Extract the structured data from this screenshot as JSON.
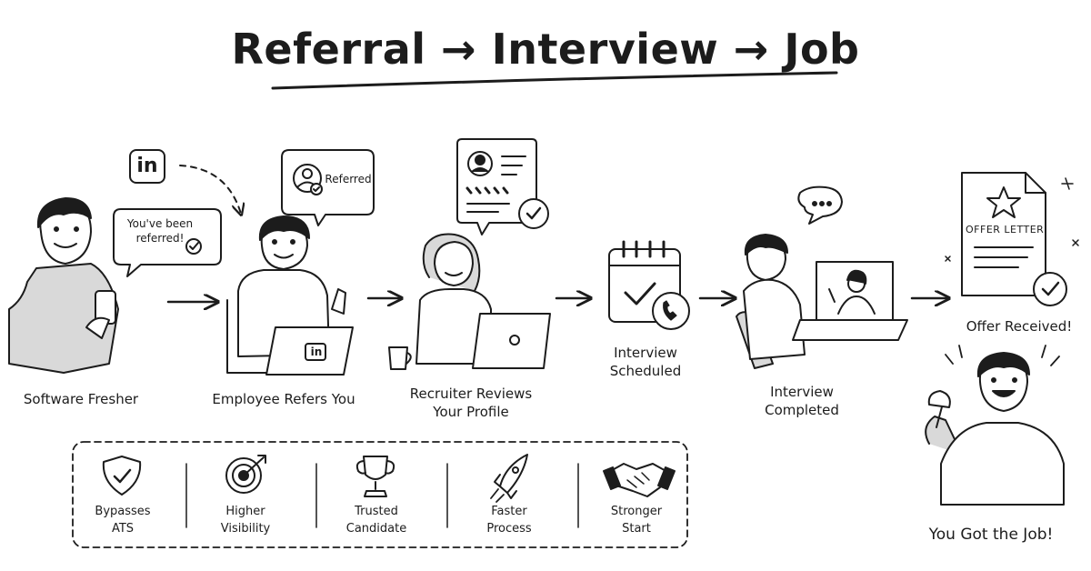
{
  "title": "Referral → Interview → Job",
  "steps": [
    {
      "label_lines": [
        "Software Fresher"
      ]
    },
    {
      "label_lines": [
        "Employee Refers You"
      ]
    },
    {
      "label_lines": [
        "Recruiter Reviews",
        "Your Profile"
      ]
    },
    {
      "label_lines": [
        "Interview",
        "Scheduled"
      ]
    },
    {
      "label_lines": [
        "Interview",
        "Completed"
      ]
    },
    {
      "label_lines": [
        "Offer Received!"
      ]
    }
  ],
  "bubbles": {
    "notification_lines": [
      "You've been",
      "referred!"
    ],
    "referred": "Referred",
    "offer_letter": "OFFER LETTER",
    "linkedin": "in"
  },
  "benefits": [
    {
      "icon": "shield-check-icon",
      "lines": [
        "Bypasses",
        "ATS"
      ]
    },
    {
      "icon": "target-arrow-icon",
      "lines": [
        "Higher",
        "Visibility"
      ]
    },
    {
      "icon": "trophy-icon",
      "lines": [
        "Trusted",
        "Candidate"
      ]
    },
    {
      "icon": "rocket-icon",
      "lines": [
        "Faster",
        "Process"
      ]
    },
    {
      "icon": "handshake-icon",
      "lines": [
        "Stronger",
        "Start"
      ]
    }
  ],
  "final": "You Got the Job!",
  "colors": {
    "ink": "#1c1c1c",
    "paper": "#ffffff",
    "shade": "#d9d9d9"
  }
}
